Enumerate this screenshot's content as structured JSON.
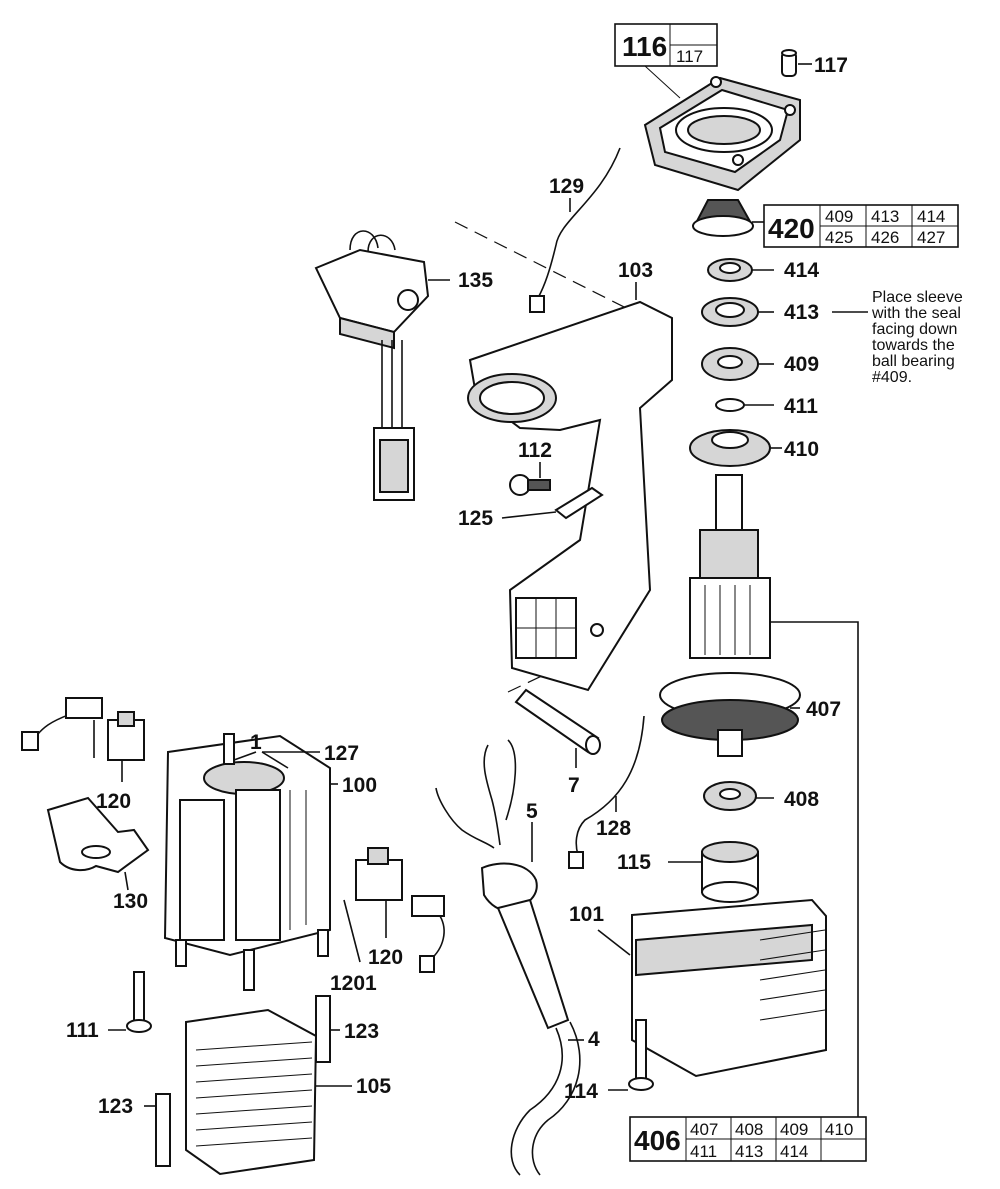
{
  "labels": {
    "l117": "117",
    "l129": "129",
    "l103": "103",
    "l135": "135",
    "l414": "414",
    "l413": "413",
    "l409": "409",
    "l411": "411",
    "l410": "410",
    "l112": "112",
    "l125": "125",
    "l407": "407",
    "l127": "127",
    "l100": "100",
    "l120a": "120",
    "l130": "130",
    "l5": "5",
    "l7": "7",
    "l408": "408",
    "l128": "128",
    "l115": "115",
    "l101": "101",
    "l120b": "120",
    "l1201": "1201",
    "l111": "111",
    "l123a": "123",
    "l105": "105",
    "l4": "4",
    "l114": "114",
    "l123b": "123",
    "l1": "1"
  },
  "kit116": {
    "main": "116",
    "cells": [
      "117"
    ]
  },
  "kit420": {
    "main": "420",
    "row1": [
      "409",
      "413",
      "414"
    ],
    "row2": [
      "425",
      "426",
      "427"
    ]
  },
  "kit406": {
    "main": "406",
    "row1": [
      "407",
      "408",
      "409",
      "410"
    ],
    "row2": [
      "411",
      "413",
      "414",
      ""
    ]
  },
  "note": [
    "Place sleeve",
    "with the seal",
    "facing down",
    "towards the",
    "ball bearing",
    "#409."
  ]
}
